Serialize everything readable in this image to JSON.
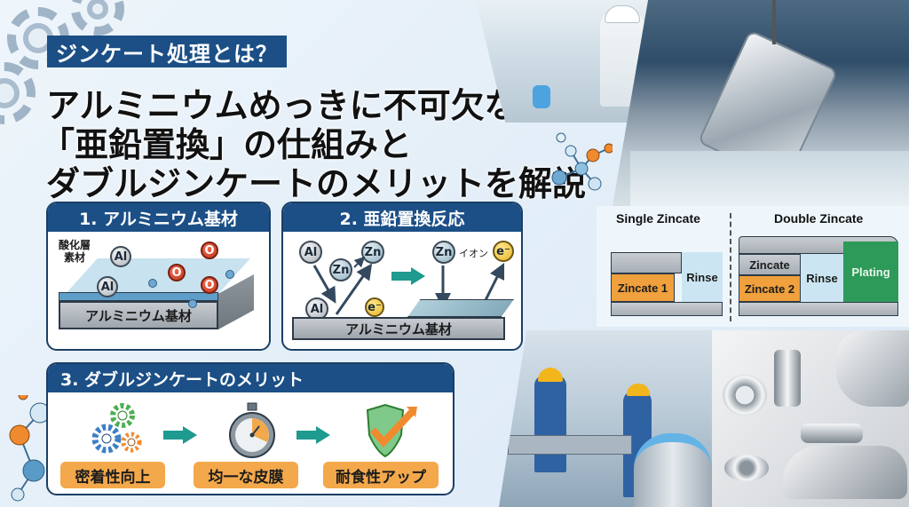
{
  "header": {
    "tag": "ジンケート処理とは？",
    "title_lines": [
      "アルミニウムめっきに不可欠な",
      "「亜鉛置換」の仕組みと",
      "ダブルジンケートのメリットを解説"
    ]
  },
  "panels": {
    "p1": {
      "title": "1. アルミニウム基材",
      "oxide_label_line1": "酸化層",
      "oxide_label_line2": "素材",
      "atoms": [
        "Al",
        "Al",
        "O",
        "O",
        "O"
      ],
      "base_label": "アルミニウム基材"
    },
    "p2": {
      "title": "2. 亜鉛置換反応",
      "atoms_left": [
        "Al",
        "Zn",
        "Zn",
        "Al"
      ],
      "electron": "e⁻",
      "ion_atom": "Zn",
      "ion_label": "イオン",
      "ion_electron": "e⁻",
      "base_label": "アルミニウム基材"
    },
    "p3": {
      "title": "3. ダブルジンケートのメリット",
      "benefits": [
        {
          "icon": "gears-icon",
          "label": "密着性向上"
        },
        {
          "icon": "stopwatch-icon",
          "label": "均一な皮膜"
        },
        {
          "icon": "shield-check-icon",
          "label": "耐食性アップ"
        }
      ]
    }
  },
  "zincate_diagram": {
    "single_title": "Single Zincate",
    "double_title": "Double Zincate",
    "single_blocks": [
      "Zincate 1",
      "Rinse"
    ],
    "double_blocks": [
      "Zincate",
      "Zincate 2",
      "Rinse",
      "Plating"
    ]
  },
  "colors": {
    "navy": "#1b4f86",
    "orange": "#f3a84b",
    "teal": "#1f9a8f",
    "green": "#2e9a5a",
    "rinse": "#cbe6f2"
  }
}
